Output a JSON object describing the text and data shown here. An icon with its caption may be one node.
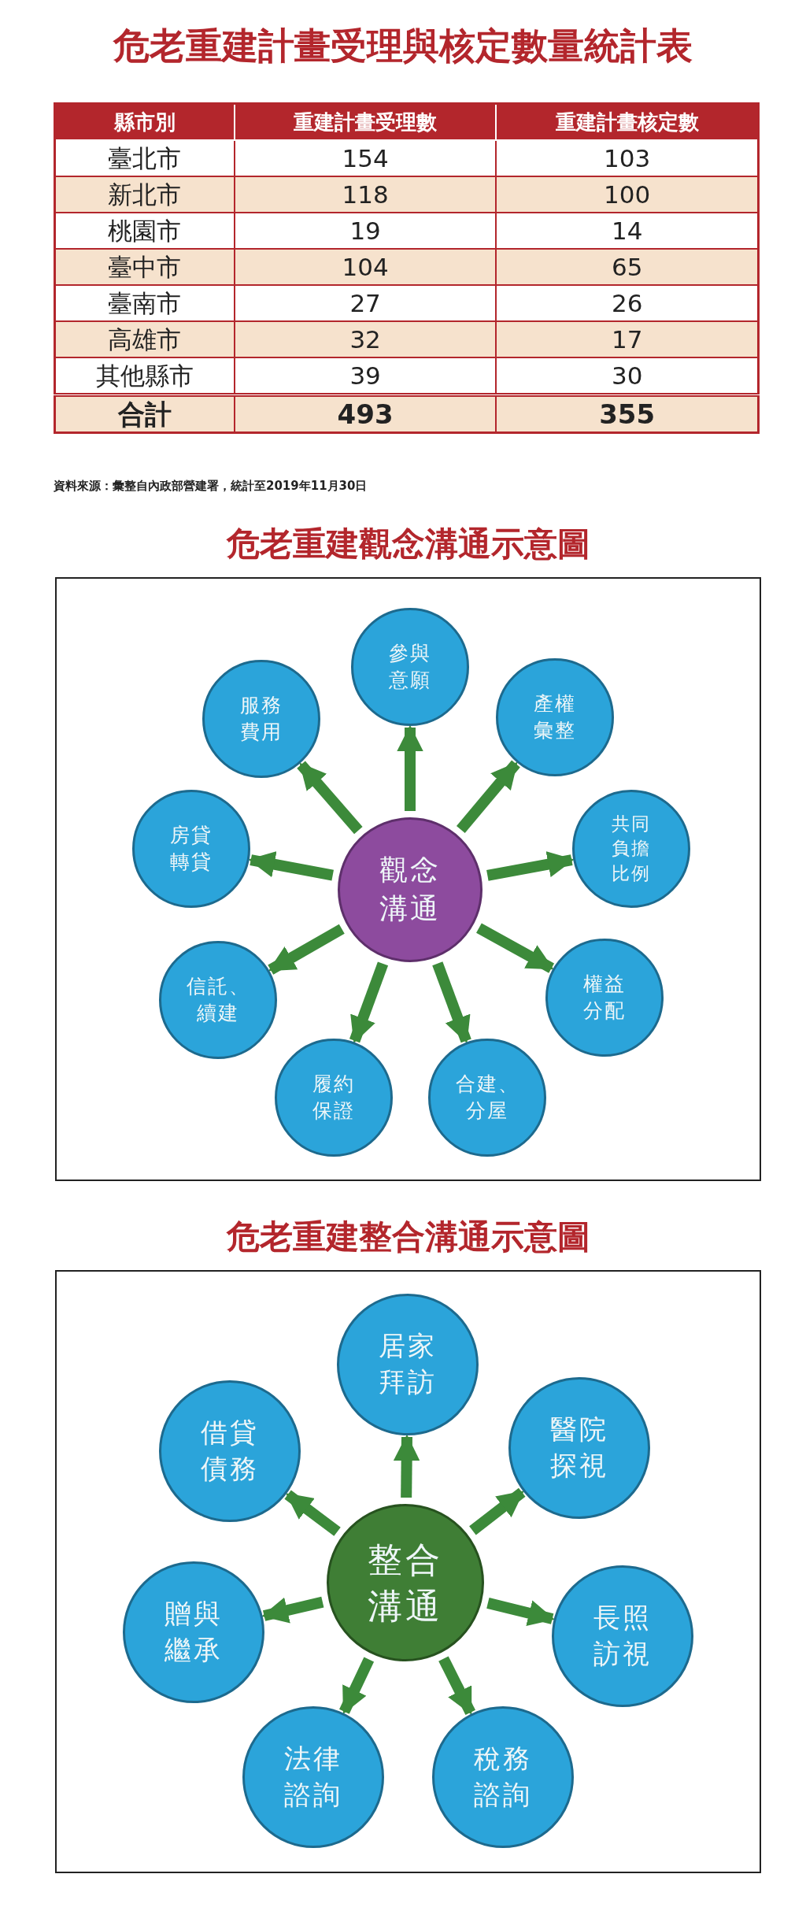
{
  "diagram": {
    "title": "危老重建計畫受理與核定數量統計表",
    "nodes": [
      {
        "text": [
          "危老重建觀念溝通示意圖"
        ]
      },
      {
        "text": [
          "觀念溝通"
        ],
        "in": 0
      },
      {
        "text": [
          "參與意願"
        ],
        "in": 0
      },
      {
        "text": [
          "產權彙整"
        ],
        "in": 0
      },
      {
        "text": [
          "共同負擔比例"
        ],
        "in": 0
      },
      {
        "text": [
          "權益分配"
        ],
        "in": 0
      },
      {
        "text": [
          "合建、分屋"
        ],
        "in": 0
      },
      {
        "text": [
          "履約保證"
        ],
        "in": 0
      },
      {
        "text": [
          "信託、續建"
        ],
        "in": 0
      },
      {
        "text": [
          "房貸轉貸"
        ],
        "in": 0
      },
      {
        "text": [
          "服務費用"
        ],
        "in": 0
      },
      {
        "text": [
          "危老重建整合溝通示意圖"
        ]
      },
      {
        "text": [
          "整合溝通"
        ],
        "in": 11
      },
      {
        "text": [
          "居家拜訪"
        ],
        "in": 11
      },
      {
        "text": [
          "醫院探視"
        ],
        "in": 11
      },
      {
        "text": [
          "長照訪視"
        ],
        "in": 11
      },
      {
        "text": [
          "稅務諮詢"
        ],
        "in": 11
      },
      {
        "text": [
          "法律諮詢"
        ],
        "in": 11
      },
      {
        "text": [
          "贈與繼承"
        ],
        "in": 11
      },
      {
        "text": [
          "借貸債務"
        ],
        "in": 11
      }
    ],
    "edges": [
      {
        "from": 1,
        "to": 2,
        "arrow": "to"
      },
      {
        "from": 1,
        "to": 3,
        "arrow": "to"
      },
      {
        "from": 1,
        "to": 4,
        "arrow": "to"
      },
      {
        "from": 1,
        "to": 5,
        "arrow": "to"
      },
      {
        "from": 1,
        "to": 6,
        "arrow": "to"
      },
      {
        "from": 1,
        "to": 7,
        "arrow": "to"
      },
      {
        "from": 1,
        "to": 8,
        "arrow": "to"
      },
      {
        "from": 1,
        "to": 9,
        "arrow": "to"
      },
      {
        "from": 1,
        "to": 10,
        "arrow": "to"
      },
      {
        "from": 12,
        "to": 13,
        "arrow": "to"
      },
      {
        "from": 12,
        "to": 14,
        "arrow": "to"
      },
      {
        "from": 12,
        "to": 15,
        "arrow": "to"
      },
      {
        "from": 12,
        "to": 16,
        "arrow": "to"
      },
      {
        "from": 12,
        "to": 17,
        "arrow": "to"
      },
      {
        "from": 12,
        "to": 18,
        "arrow": "to"
      },
      {
        "from": 12,
        "to": 19,
        "arrow": "to"
      }
    ],
    "labels": [
      "縣市別",
      "重建計畫受理數",
      "重建計畫核定數",
      "臺北市",
      "154",
      "103",
      "新北市",
      "118",
      "100",
      "桃園市",
      "19",
      "14",
      "臺中市",
      "104",
      "65",
      "臺南市",
      "27",
      "26",
      "高雄市",
      "32",
      "17",
      "其他縣市",
      "39",
      "30",
      "合計",
      "493",
      "355",
      "資料來源：彙整自內政部營建署，統計至2019年11月30日"
    ]
  }
}
